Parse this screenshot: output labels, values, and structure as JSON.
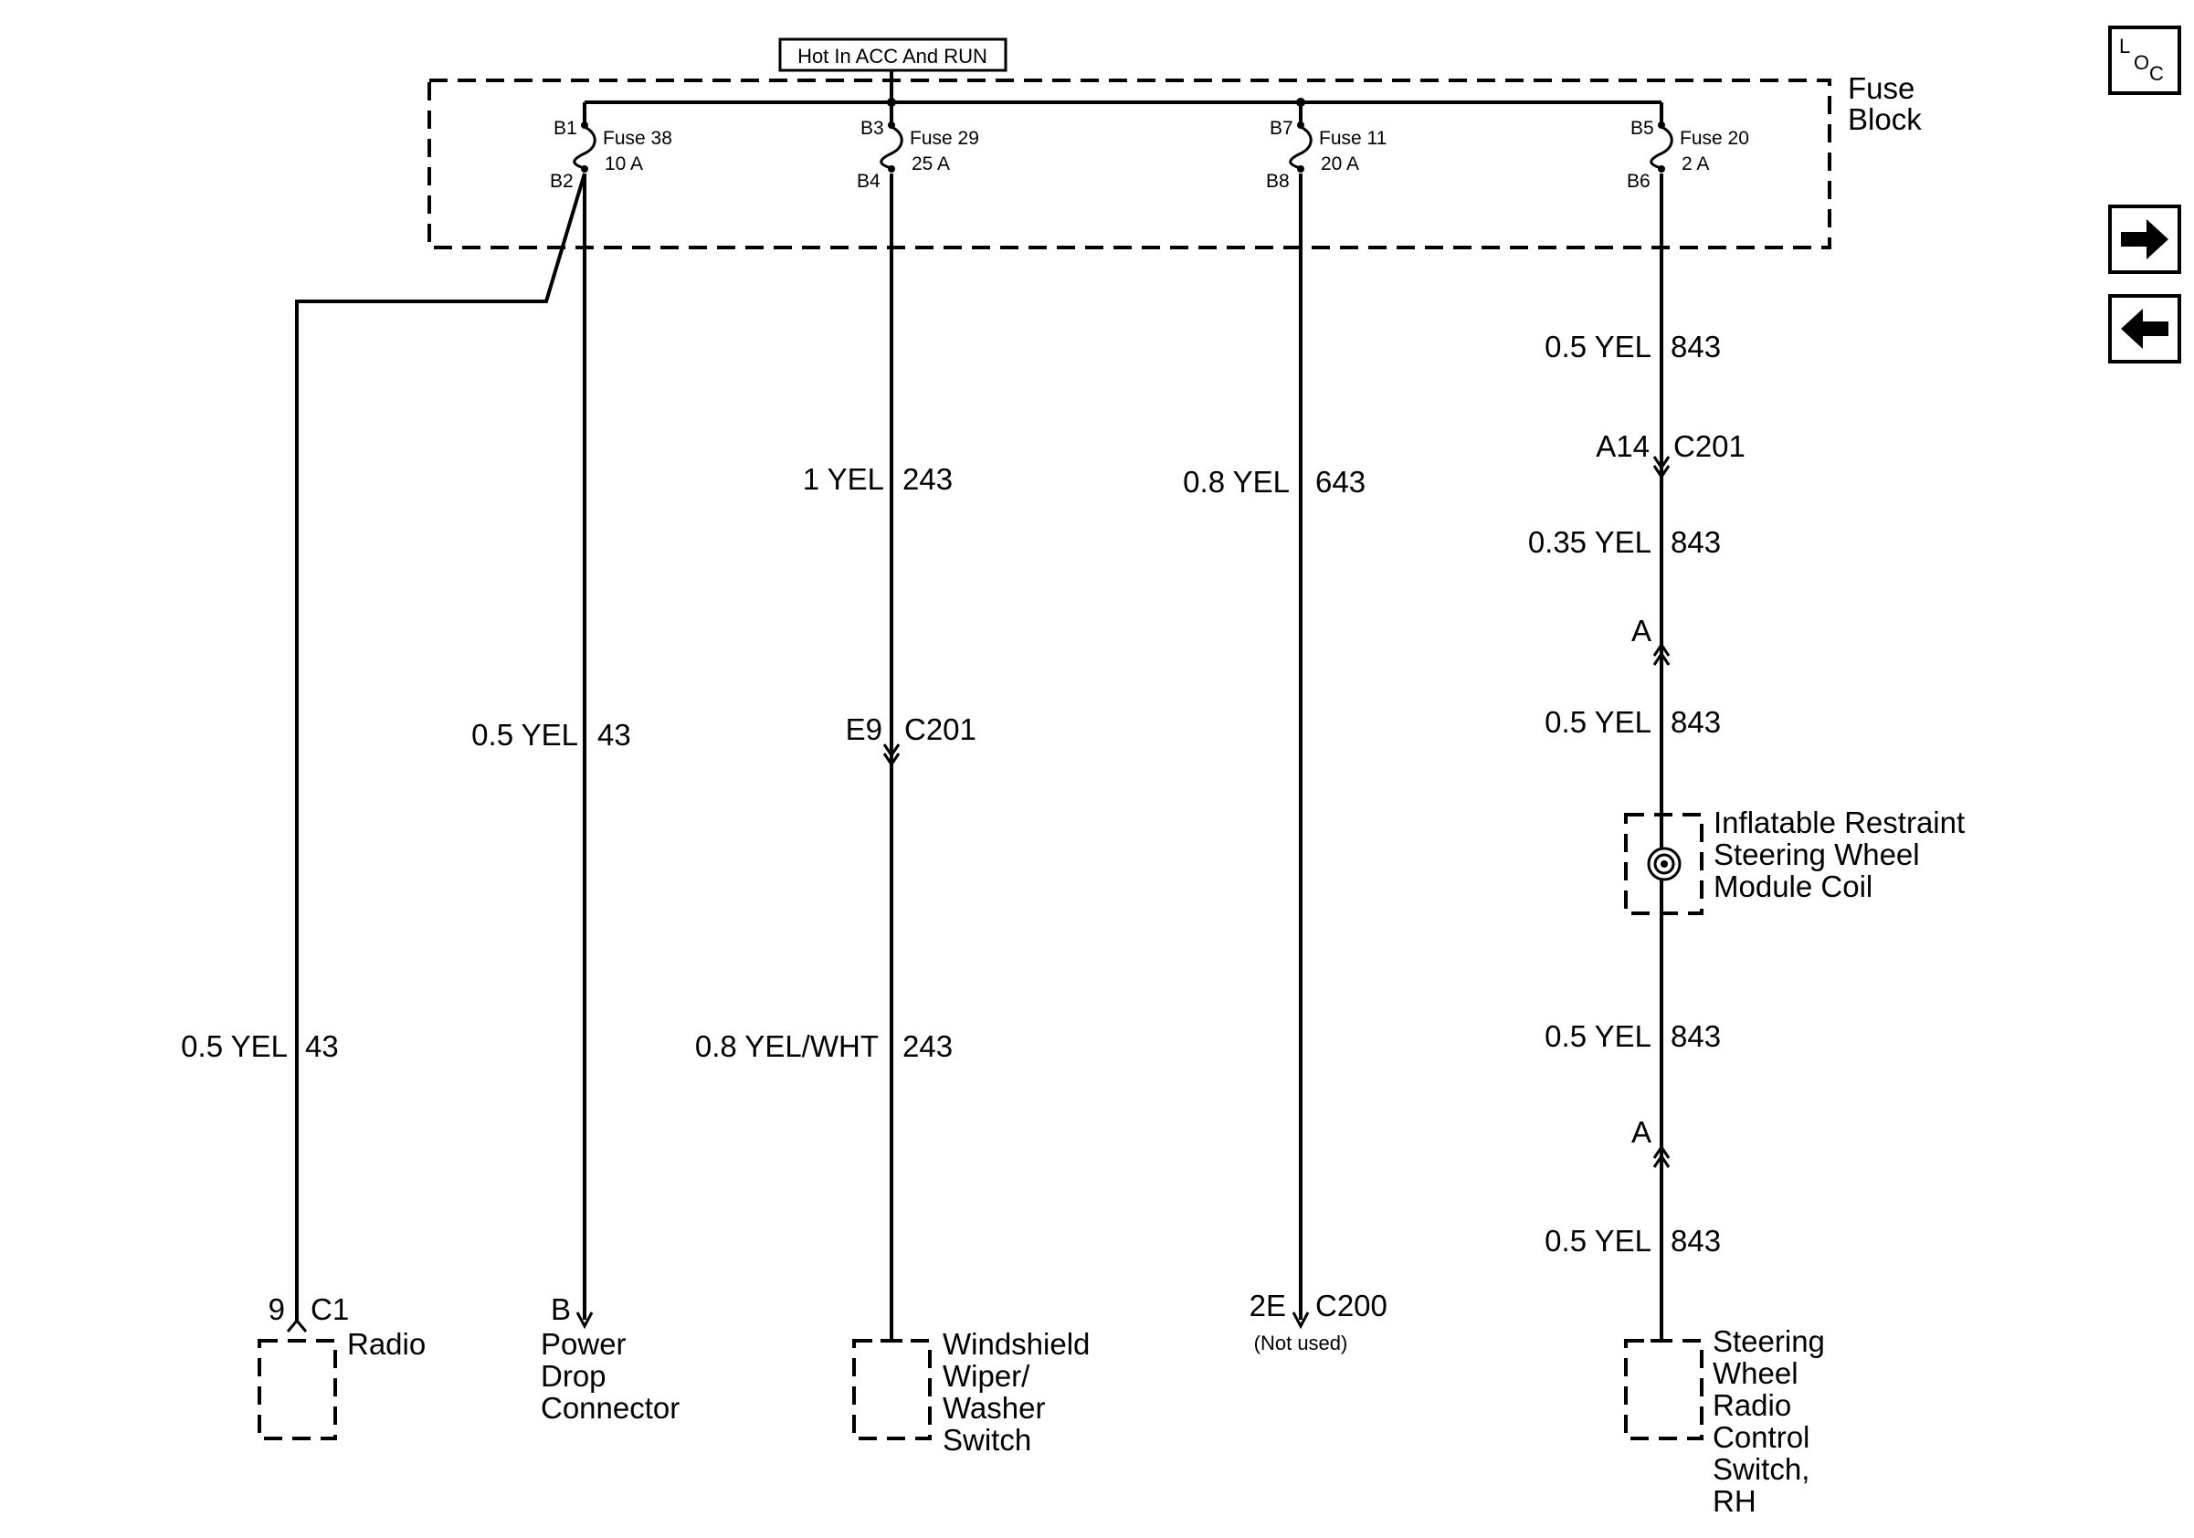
{
  "header": {
    "hot_label": "Hot In ACC And RUN"
  },
  "fuse_block": {
    "label_line1": "Fuse",
    "label_line2": "Block",
    "fuses": [
      {
        "pin_in": "B1",
        "pin_out": "B2",
        "name": "Fuse 38",
        "rating": "10 A"
      },
      {
        "pin_in": "B3",
        "pin_out": "B4",
        "name": "Fuse 29",
        "rating": "25 A"
      },
      {
        "pin_in": "B7",
        "pin_out": "B8",
        "name": "Fuse 11",
        "rating": "20 A"
      },
      {
        "pin_in": "B5",
        "pin_out": "B6",
        "name": "Fuse 20",
        "rating": "2 A"
      }
    ]
  },
  "wires": [
    {
      "color": "0.5 YEL",
      "circuit": "43"
    },
    {
      "color": "0.5 YEL",
      "circuit": "43"
    },
    {
      "color": "1 YEL",
      "circuit": "243"
    },
    {
      "color": "0.8 YEL/WHT",
      "circuit": "243"
    },
    {
      "color": "0.8 YEL",
      "circuit": "643"
    },
    {
      "color": "0.5 YEL",
      "circuit": "843"
    },
    {
      "color": "0.35 YEL",
      "circuit": "843"
    },
    {
      "color": "0.5 YEL",
      "circuit": "843"
    },
    {
      "color": "0.5 YEL",
      "circuit": "843"
    },
    {
      "color": "0.5 YEL",
      "circuit": "843"
    }
  ],
  "connectors": {
    "c201_wiper": {
      "pin": "E9",
      "name": "C201"
    },
    "c201_steer": {
      "pin": "A14",
      "name": "C201"
    },
    "coil_top": {
      "pin": "A"
    },
    "coil_bottom": {
      "pin": "A"
    },
    "radio": {
      "pin": "9",
      "name": "C1"
    },
    "power_drop": {
      "pin": "B"
    },
    "c200": {
      "pin": "2E",
      "name": "C200",
      "note": "(Not used)"
    }
  },
  "components": {
    "radio": {
      "line1": "Radio"
    },
    "power_drop": {
      "line1": "Power",
      "line2": "Drop",
      "line3": "Connector"
    },
    "wiper_switch": {
      "line1": "Windshield",
      "line2": "Wiper/",
      "line3": "Washer",
      "line4": "Switch"
    },
    "coil": {
      "line1": "Inflatable Restraint",
      "line2": "Steering Wheel",
      "line3": "Module Coil"
    },
    "steer_switch": {
      "line1": "Steering",
      "line2": "Wheel",
      "line3": "Radio",
      "line4": "Control",
      "line5": "Switch,",
      "line6": "RH"
    }
  },
  "nav": {
    "loc": {
      "letter1": "L",
      "letter2": "O",
      "letter3": "C"
    },
    "next_icon": "arrow-right-icon",
    "prev_icon": "arrow-left-icon"
  }
}
